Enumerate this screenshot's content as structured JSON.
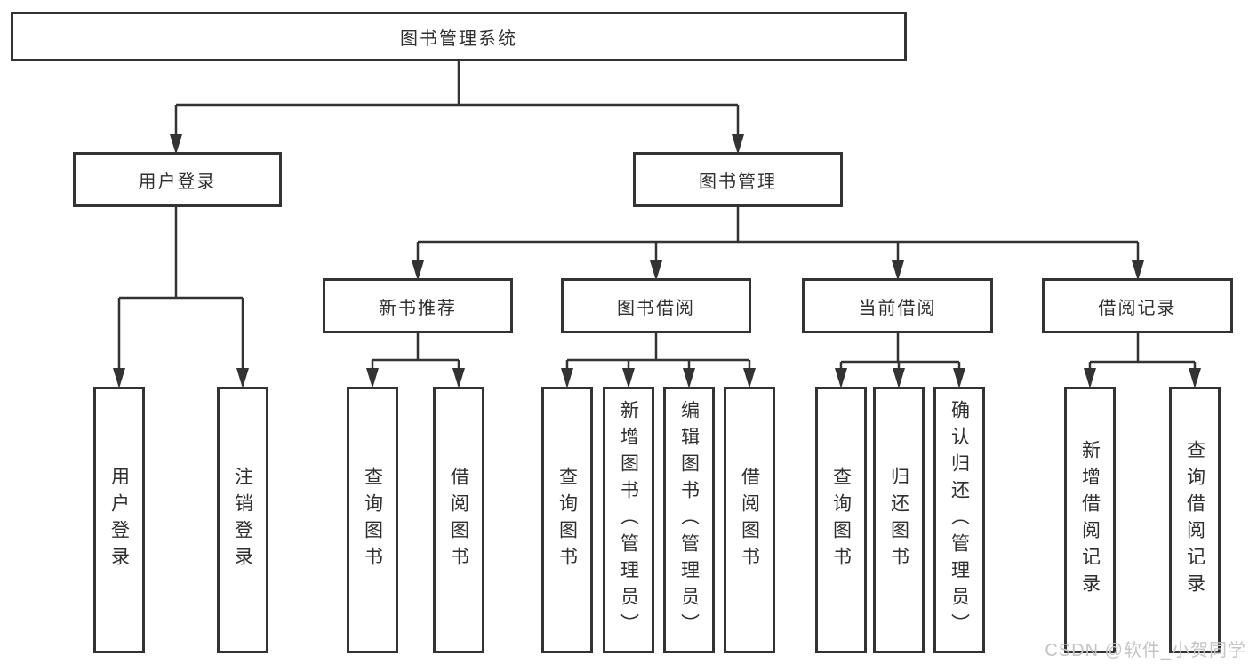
{
  "colors": {
    "line": "#333333",
    "text": "#2f2f2f",
    "watermark": "#c4c4c4",
    "background": "#ffffff"
  },
  "tree": {
    "root": "图书管理系统",
    "branches": [
      {
        "label": "用户登录",
        "children": [
          "用户登录",
          "注销登录"
        ]
      },
      {
        "label": "图书管理",
        "children": [
          {
            "label": "新书推荐",
            "children": [
              "查询图书",
              "借阅图书"
            ]
          },
          {
            "label": "图书借阅",
            "children": [
              "查询图书",
              "新增图书（管理员）",
              "编辑图书（管理员）",
              "借阅图书"
            ]
          },
          {
            "label": "当前借阅",
            "children": [
              "查询图书",
              "归还图书",
              "确认归还（管理员）"
            ]
          },
          {
            "label": "借阅记录",
            "children": [
              "新增借阅记录",
              "查询借阅记录"
            ]
          }
        ]
      }
    ]
  },
  "watermark": "CSDN @软件_小贺同学"
}
